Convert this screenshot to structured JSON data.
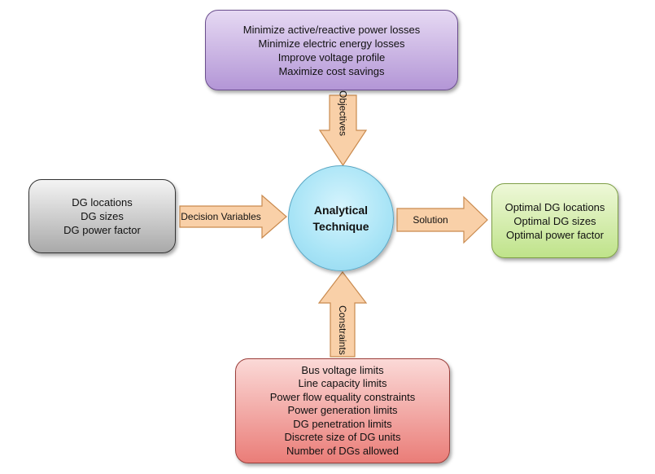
{
  "objectives": {
    "lines": [
      "Minimize active/reactive power losses",
      "Minimize electric energy losses",
      "Improve voltage profile",
      "Maximize cost savings"
    ]
  },
  "decision_variables": {
    "lines": [
      "DG locations",
      "DG sizes",
      "DG power factor"
    ]
  },
  "solution": {
    "lines": [
      "Optimal DG locations",
      "Optimal DG sizes",
      "Optimal power factor"
    ]
  },
  "constraints": {
    "lines": [
      "Bus voltage limits",
      "Line capacity limits",
      "Power flow equality constraints",
      "Power generation limits",
      "DG penetration limits",
      "Discrete size of DG units",
      "Number of DGs allowed"
    ]
  },
  "center": {
    "lines": [
      "Analytical",
      "Technique"
    ]
  },
  "arrows": {
    "objectives_label": "Objectives",
    "decision_label": "Decision Variables",
    "solution_label": "Solution",
    "constraints_label": "Constraints"
  },
  "colors": {
    "arrow_fill": "#f9d0a8",
    "arrow_stroke": "#c98a4e"
  }
}
